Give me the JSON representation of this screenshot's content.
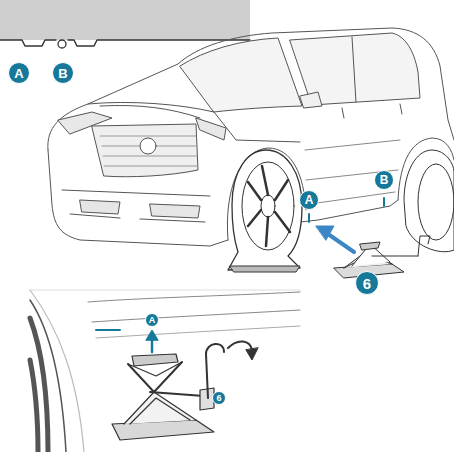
{
  "diagram": {
    "labels": [
      "A",
      "B",
      "A",
      "B",
      "6",
      "A",
      "6"
    ]
  }
}
